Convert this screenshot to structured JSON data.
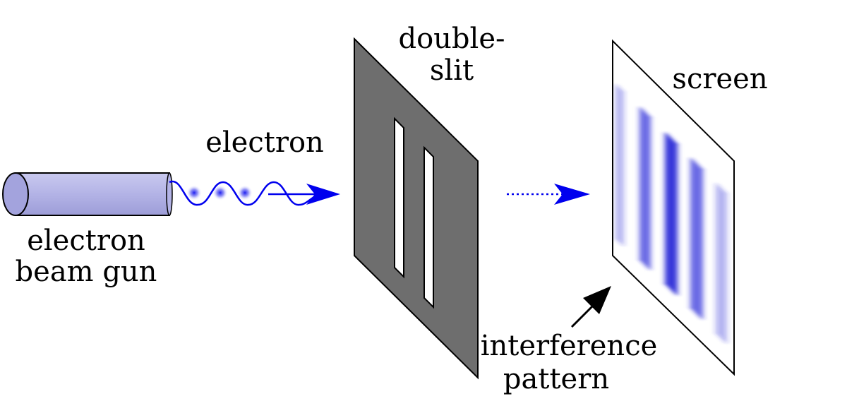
{
  "labels": {
    "electron": "electron",
    "gun_line1": "electron",
    "gun_line2": "beam gun",
    "slit_line1": "double-",
    "slit_line2": "slit",
    "screen": "screen",
    "pattern_line1": "interference",
    "pattern_line2": "pattern"
  },
  "colors": {
    "gun_fill": "#b3b3e6",
    "gun_cap": "#a3a3dd",
    "beam": "#0000ee",
    "slit_panel": "#6e6e6e",
    "slit_opening": "#ffffff",
    "fringe": "#2a2ad8",
    "stroke": "#000000"
  },
  "icons": {
    "gun": "cylinder-gun-icon",
    "wave": "wave-packet-icon",
    "arrow": "arrowhead-icon"
  }
}
